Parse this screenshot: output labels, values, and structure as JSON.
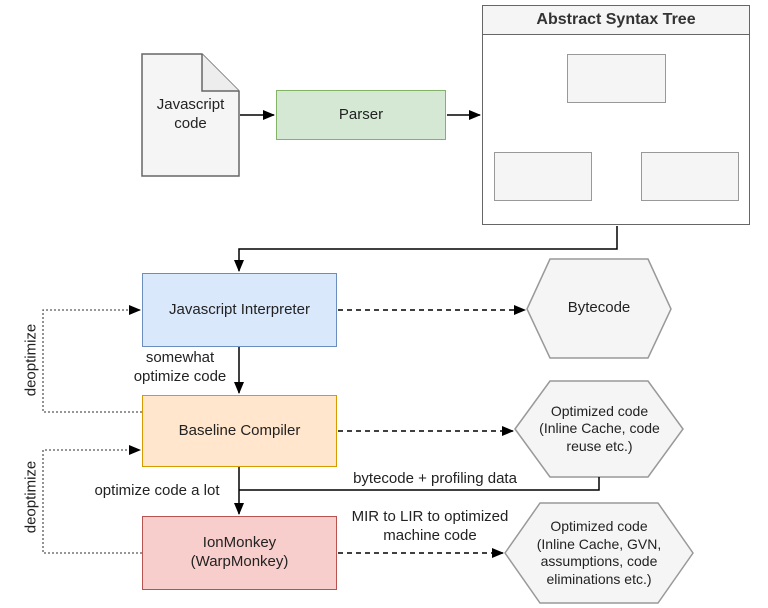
{
  "diagram": {
    "ast_container": {
      "title": "Abstract Syntax Tree"
    },
    "nodes": {
      "js_code": {
        "label": "Javascript\ncode"
      },
      "parser": {
        "label": "Parser"
      },
      "interpreter": {
        "label": "Javascript Interpreter"
      },
      "baseline": {
        "label": "Baseline Compiler"
      },
      "ionmonkey": {
        "label": "IonMonkey\n(WarpMonkey)"
      },
      "bytecode": {
        "label": "Bytecode"
      },
      "optimized_baseline": {
        "label": "Optimized code\n(Inline Cache, code\nreuse etc.)"
      },
      "optimized_ion": {
        "label": "Optimized code\n(Inline Cache, GVN,\nassumptions, code\neliminations etc.)"
      }
    },
    "edge_labels": {
      "somewhat_optimize": "somewhat\noptimize code",
      "optimize_a_lot": "optimize code a lot",
      "bytecode_profiling": "bytecode + profiling data",
      "mir_to_lir": "MIR to LIR to optimized\nmachine code",
      "deoptimize_upper": "deoptimize",
      "deoptimize_lower": "deoptimize"
    },
    "palette": {
      "parser_fill": "#d5e8d4",
      "parser_border": "#82b366",
      "interpreter_fill": "#dae8fc",
      "interpreter_border": "#6c8ebf",
      "baseline_fill": "#ffe6cc",
      "baseline_border": "#d79b00",
      "ionmonkey_fill": "#f8cecc",
      "ionmonkey_border": "#b85450",
      "shape_fill": "#f5f5f5",
      "shape_border": "#999999",
      "container_border": "#666666",
      "arrow": "#000000",
      "dotted_edge": "#595959"
    }
  }
}
